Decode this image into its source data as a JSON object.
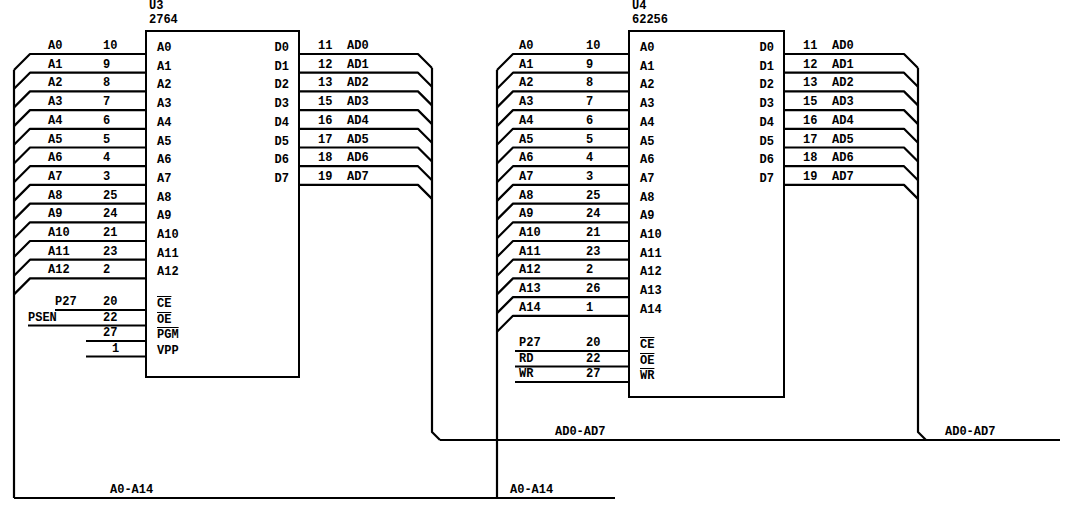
{
  "diagram": {
    "nodes": [
      {
        "text": [
          "U3",
          "2764",
          "A0",
          "A1",
          "A2",
          "A3",
          "A4",
          "A5",
          "A6",
          "A7",
          "A8",
          "A9",
          "A10",
          "A11",
          "A12",
          "D0",
          "D1",
          "D2",
          "D3",
          "D4",
          "D5",
          "D6",
          "D7",
          "CE",
          "OE",
          "PGM",
          "VPP"
        ]
      },
      {
        "text": [
          "U4",
          "62256",
          "A0",
          "A1",
          "A2",
          "A3",
          "A4",
          "A5",
          "A6",
          "A7",
          "A8",
          "A9",
          "A10",
          "A11",
          "A12",
          "A13",
          "A14",
          "D0",
          "D1",
          "D2",
          "D3",
          "D4",
          "D5",
          "D6",
          "D7",
          "CE",
          "OE",
          "WR"
        ]
      }
    ],
    "labels": [
      "A0",
      "10",
      "A1",
      "9",
      "A2",
      "8",
      "A3",
      "7",
      "A4",
      "6",
      "A5",
      "5",
      "A6",
      "4",
      "A7",
      "3",
      "A8",
      "25",
      "A9",
      "24",
      "A10",
      "21",
      "A11",
      "23",
      "A12",
      "2",
      "11",
      "AD0",
      "12",
      "AD1",
      "13",
      "AD2",
      "15",
      "AD3",
      "16",
      "AD4",
      "17",
      "AD5",
      "18",
      "AD6",
      "19",
      "AD7",
      "P27",
      "20",
      "PSEN",
      "22",
      "27",
      "1",
      "A0",
      "10",
      "A1",
      "9",
      "A2",
      "8",
      "A3",
      "7",
      "A4",
      "6",
      "A5",
      "5",
      "A6",
      "4",
      "A7",
      "3",
      "A8",
      "25",
      "A9",
      "24",
      "A10",
      "21",
      "A11",
      "23",
      "A12",
      "2",
      "A13",
      "26",
      "A14",
      "1",
      "11",
      "AD0",
      "12",
      "AD1",
      "13",
      "AD2",
      "15",
      "AD3",
      "16",
      "AD4",
      "17",
      "AD5",
      "18",
      "AD6",
      "19",
      "AD7",
      "P27",
      "20",
      "RD",
      "22",
      "WR",
      "27",
      "AD0-AD7",
      "AD0-AD7",
      "A0-A14",
      "A0-A14"
    ]
  }
}
